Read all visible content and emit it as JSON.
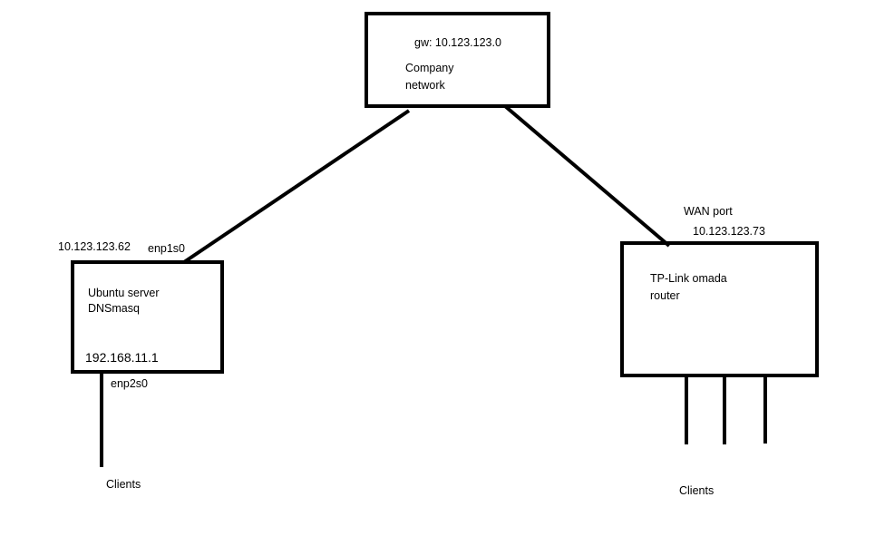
{
  "company": {
    "gateway": "gw: 10.123.123.0",
    "name_line1": "Company",
    "name_line2": "network"
  },
  "ubuntu": {
    "wan_ip": "10.123.123.62",
    "wan_iface": "enp1s0",
    "name_line1": "Ubuntu server",
    "name_line2": "DNSmasq",
    "lan_ip": "192.168.11.1",
    "lan_iface": "enp2s0",
    "clients": "Clients"
  },
  "router": {
    "wan_label": "WAN port",
    "wan_ip": "10.123.123.73",
    "name_line1": "TP-Link omada",
    "name_line2": "router",
    "clients": "Clients"
  },
  "colors": {
    "stroke": "#000000",
    "background": "#ffffff"
  }
}
